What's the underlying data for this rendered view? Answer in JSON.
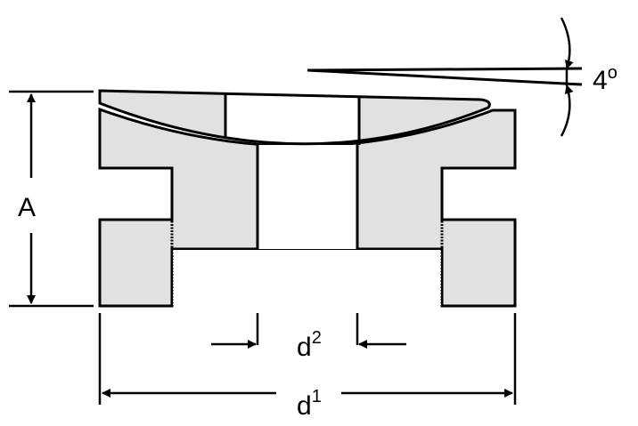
{
  "labels": {
    "height": "A",
    "inner_diameter": "d",
    "inner_diameter_sub": "2",
    "outer_diameter": "d",
    "outer_diameter_sub": "1",
    "angle": "4",
    "angle_unit": "o"
  },
  "colors": {
    "part_fill": "#e1e1e3",
    "stroke": "#000000",
    "background": "#ffffff"
  }
}
